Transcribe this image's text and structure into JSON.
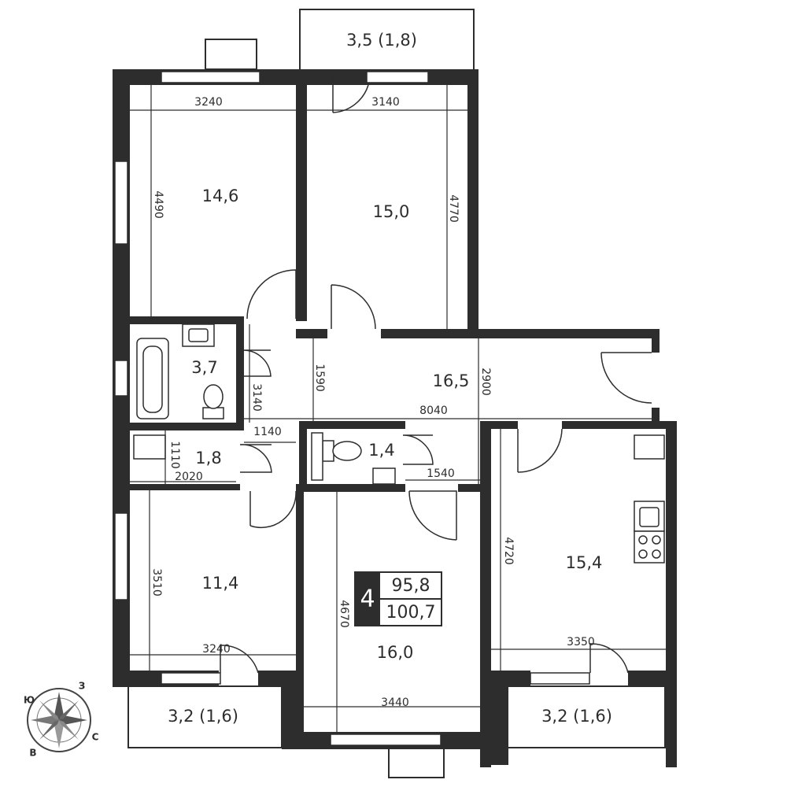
{
  "rooms": {
    "bedroom_top_left": "14,6",
    "bedroom_top_right": "15,0",
    "bathroom": "3,7",
    "hall": "16,5",
    "storage": "1,8",
    "toilet": "1,4",
    "bedroom_bottom_left": "11,4",
    "living_room": "16,0",
    "kitchen": "15,4",
    "balcony_top": "3,5 (1,8)",
    "balcony_bottom_left": "3,2 (1,6)",
    "balcony_bottom_right": "3,2 (1,6)"
  },
  "dimensions": {
    "d3240_top": "3240",
    "d4490": "4490",
    "d3140_top": "3140",
    "d4770": "4770",
    "d3140_v": "3140",
    "d1590": "1590",
    "d2900": "2900",
    "d8040": "8040",
    "d1140": "1140",
    "d1110": "1110",
    "d2020": "2020",
    "d1540": "1540",
    "d3510": "3510",
    "d3240_bottom": "3240",
    "d4670": "4670",
    "d3440": "3440",
    "d4720": "4720",
    "d3350": "3350"
  },
  "summary": {
    "rooms_count": "4",
    "living_area": "95,8",
    "total_area": "100,7"
  },
  "compass": {
    "n": "З",
    "s": "В",
    "w": "Ю",
    "e": "С"
  }
}
